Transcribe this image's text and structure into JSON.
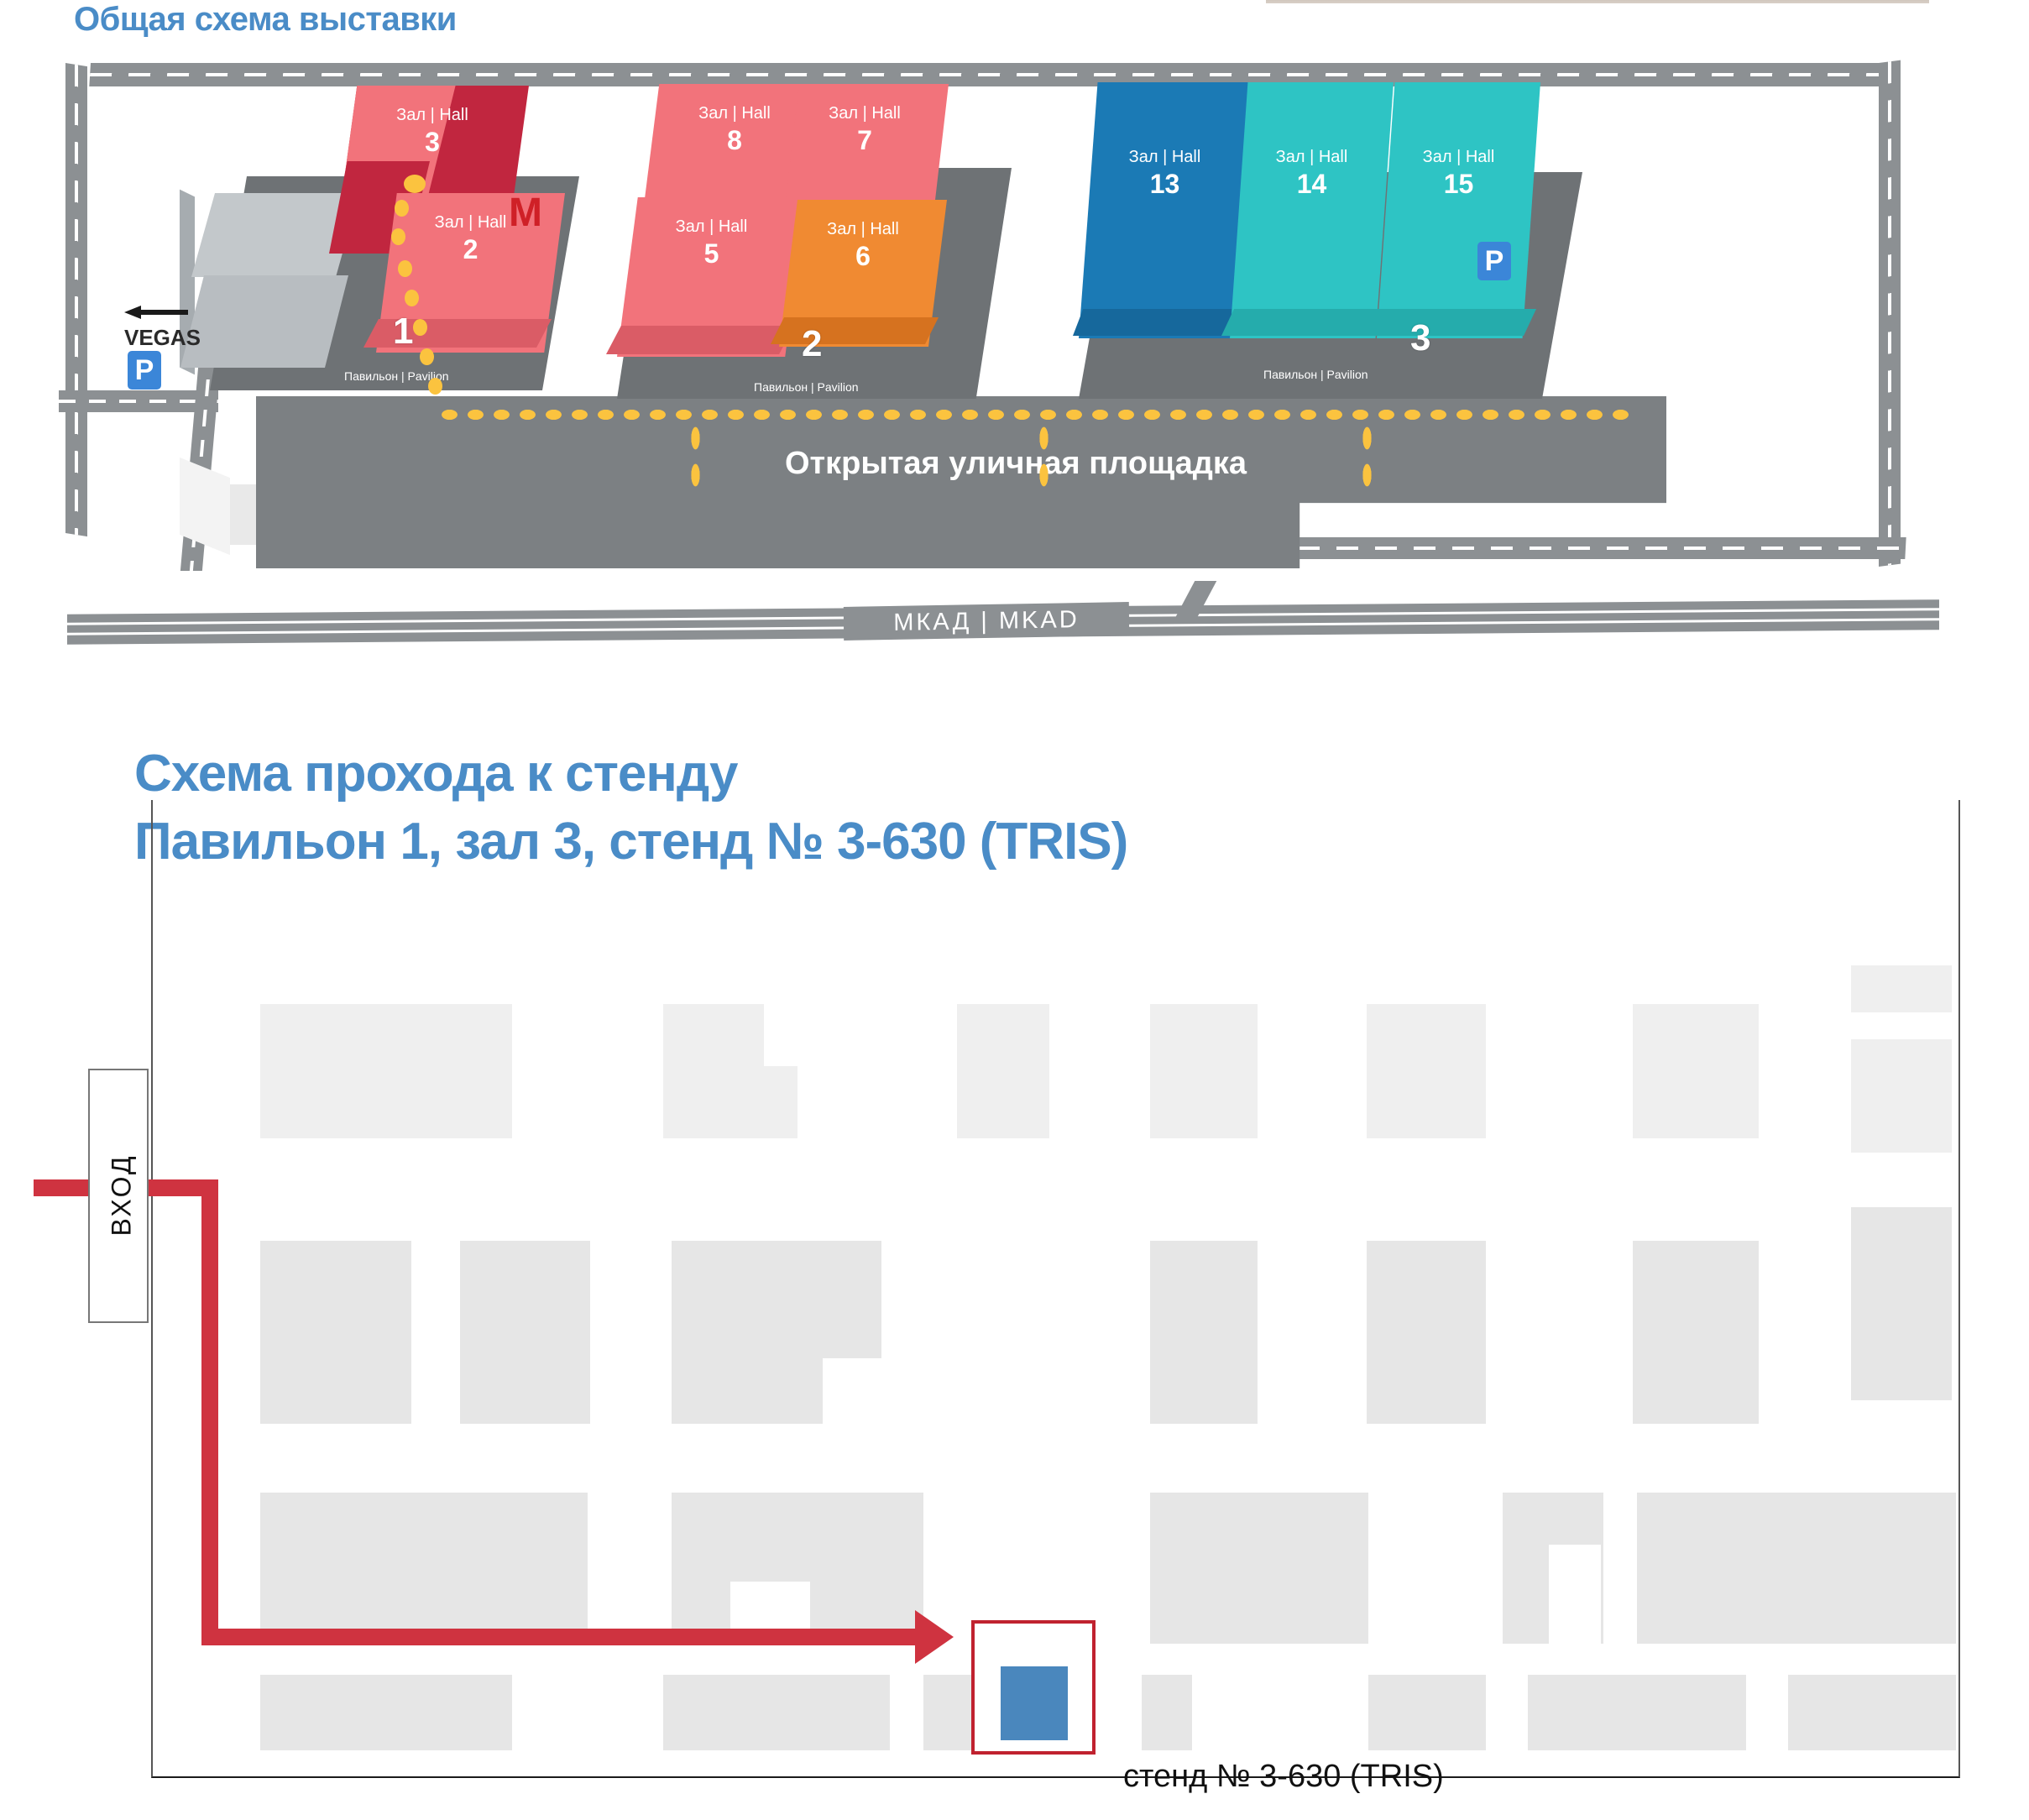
{
  "headings": {
    "overview": "Общая схема выставки",
    "route_line1": "Схема прохода к стенду",
    "route_line2": "Павильон 1, зал 3, стенд № 3-630 (TRIS)"
  },
  "overview_map": {
    "hall_prefix": "Зал | Hall",
    "pavilion_label": "Павильон | Pavilion",
    "open_area_label": "Открытая уличная площадка",
    "highway_label": "МКАД | MKAD",
    "vegas_label": "VEGAS",
    "parking_symbol": "P",
    "metro_symbol": "M",
    "pavilions": [
      {
        "number": "1",
        "name": "Павильон | Pavilion"
      },
      {
        "number": "2",
        "name": "Павильон | Pavilion"
      },
      {
        "number": "3",
        "name": "Павильон | Pavilion"
      }
    ],
    "halls": [
      {
        "number": "3",
        "label": "Зал | Hall",
        "pavilion": "1",
        "color": "#c1263f",
        "highlighted": true
      },
      {
        "number": "2",
        "label": "Зал | Hall",
        "pavilion": "1",
        "color": "#f2737b",
        "highlighted": false
      },
      {
        "number": "8",
        "label": "Зал | Hall",
        "pavilion": "2",
        "color": "#f2737b",
        "highlighted": false
      },
      {
        "number": "7",
        "label": "Зал | Hall",
        "pavilion": "2",
        "color": "#f2737b",
        "highlighted": false
      },
      {
        "number": "5",
        "label": "Зал | Hall",
        "pavilion": "2",
        "color": "#f2737b",
        "highlighted": false
      },
      {
        "number": "6",
        "label": "Зал | Hall",
        "pavilion": "2",
        "color": "#f08a32",
        "highlighted": false
      },
      {
        "number": "13",
        "label": "Зал | Hall",
        "pavilion": "3",
        "color": "#1b7ab5",
        "highlighted": false
      },
      {
        "number": "14",
        "label": "Зал | Hall",
        "pavilion": "3",
        "color": "#2ec4c4",
        "highlighted": false
      },
      {
        "number": "15",
        "label": "Зал | Hall",
        "pavilion": "3",
        "color": "#2ec4c4",
        "highlighted": false
      }
    ],
    "colors": {
      "road": "#8c9093",
      "platform": "#6e7275",
      "open_area": "#7c8083",
      "path_dot": "#fbc33f",
      "parking_sign": "#3b86d8",
      "metro_red": "#cf2027"
    }
  },
  "floor_plan": {
    "entrance_label": "ВХОД",
    "stand_label": "стенд № 3-630 (TRIS)",
    "route_color": "#cf3340",
    "target_outline_color": "#c0222f",
    "target_stand_color": "#4a87bd",
    "stand_fill_color": "#e6e6e6"
  },
  "title_color": "#4a8cc7"
}
